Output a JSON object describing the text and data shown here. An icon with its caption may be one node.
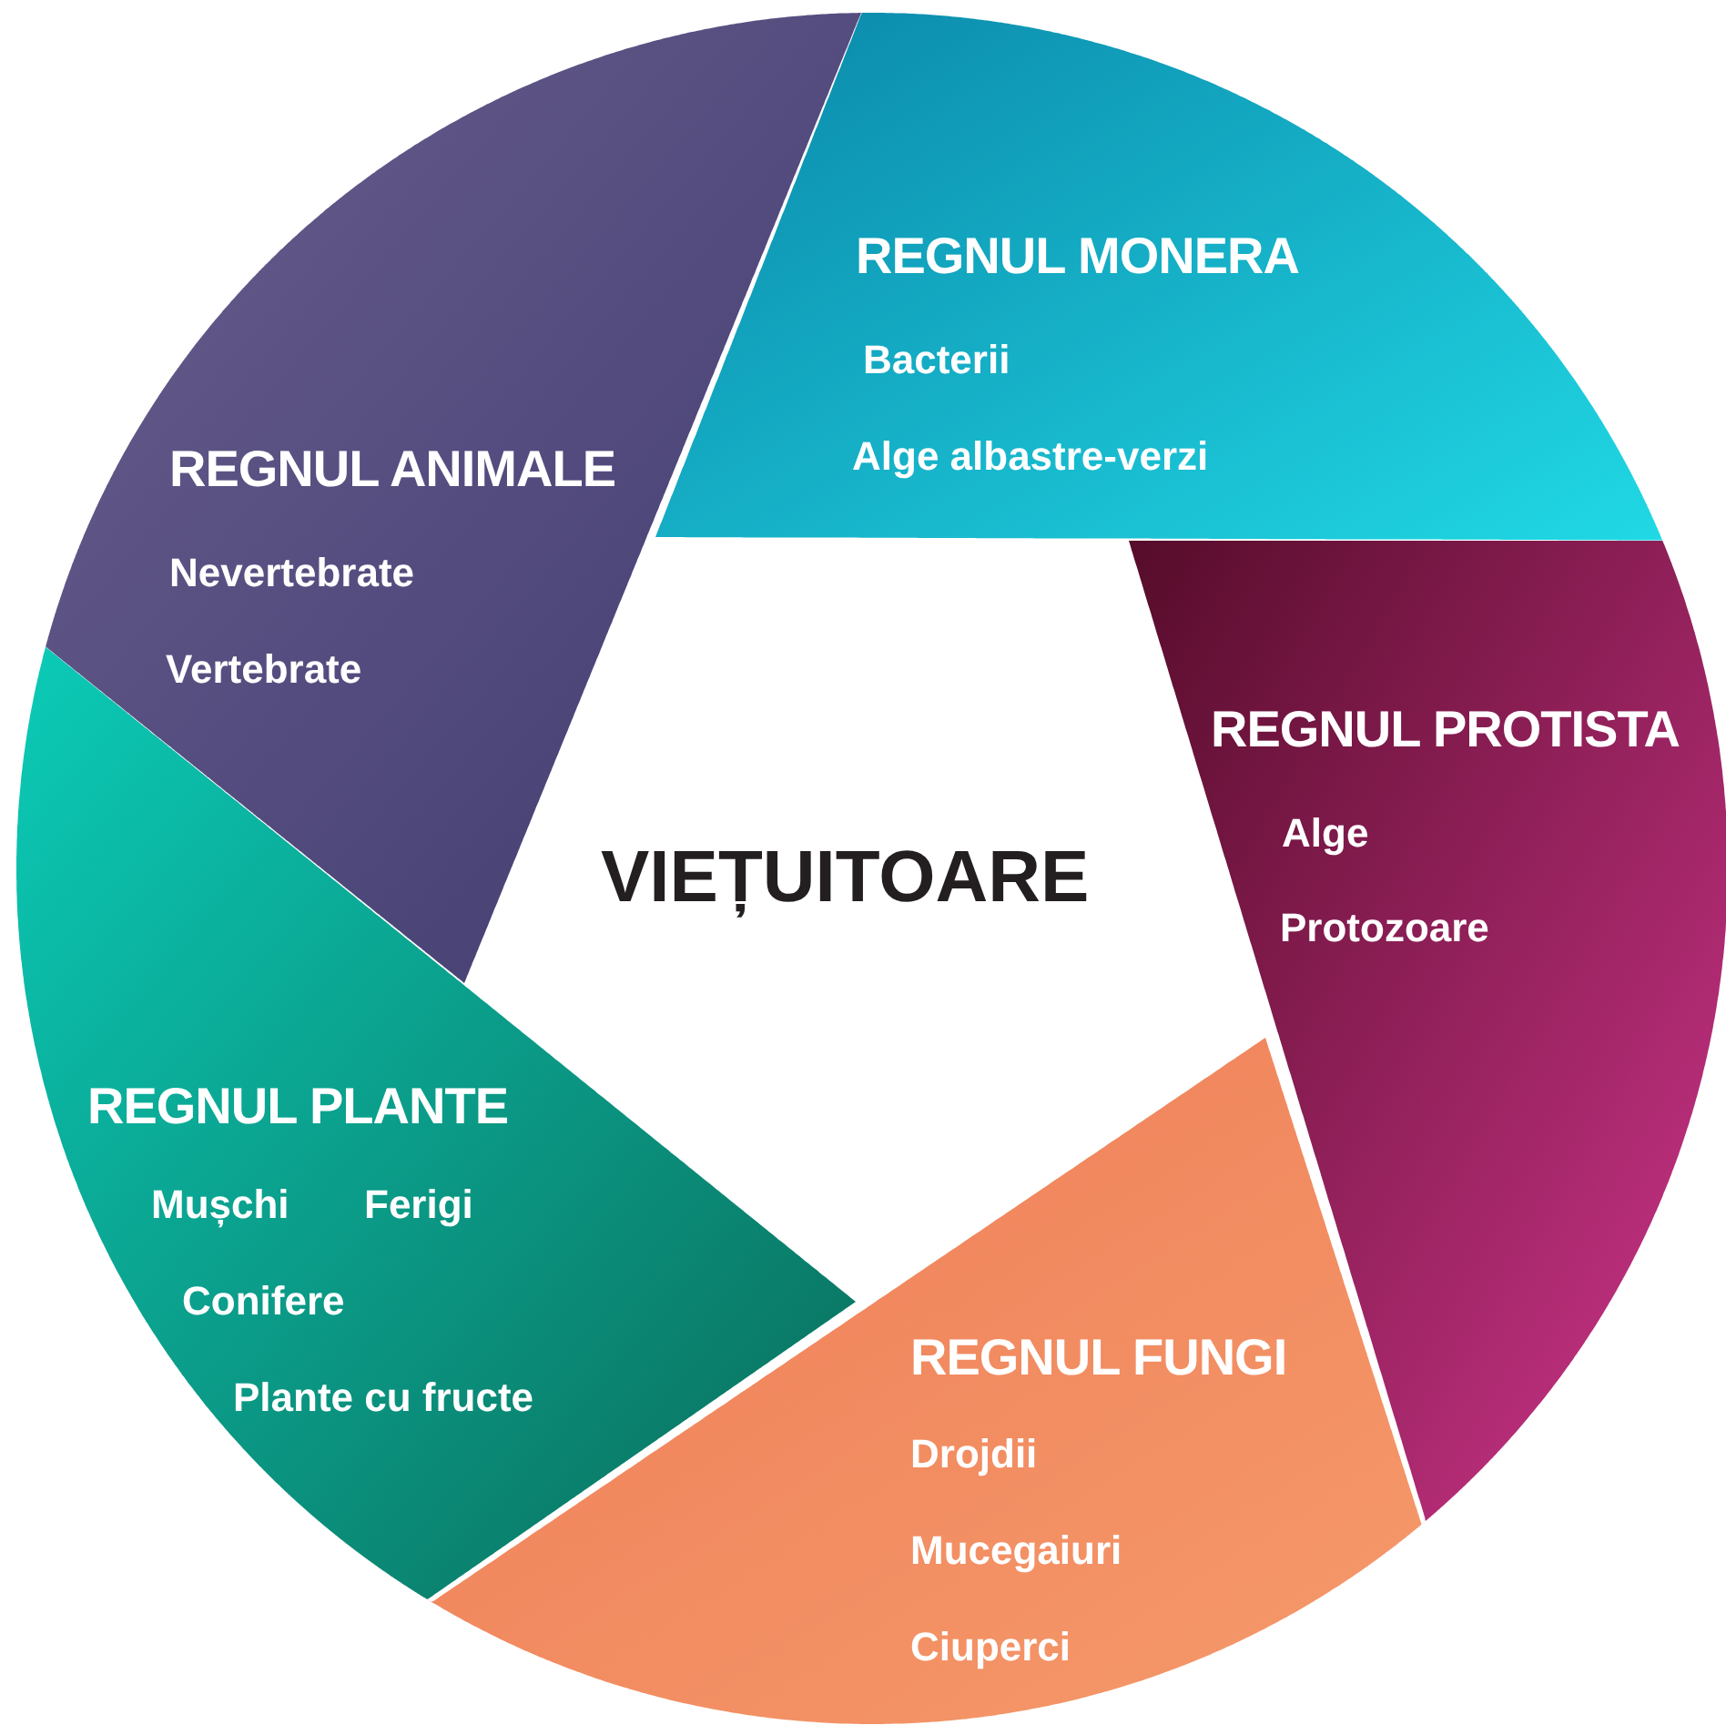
{
  "diagram": {
    "nodes": [
      {
        "text": [
          "VIEȚUITOARE"
        ]
      },
      {
        "text": [
          "REGNUL MONERA",
          "Bacterii",
          "Alge albastre-verzi"
        ]
      },
      {
        "text": [
          "REGNUL PROTISTA",
          "Alge",
          "Protozoare"
        ]
      },
      {
        "text": [
          "REGNUL FUNGI",
          "Drojdii",
          "Mucegaiuri",
          "Ciuperci"
        ]
      },
      {
        "text": [
          "REGNUL PLANTE",
          "Mușchi",
          "Ferigi",
          "Conifere",
          "Plante cu fructe"
        ]
      },
      {
        "text": [
          "REGNUL ANIMALE",
          "Nevertebrate",
          "Vertebrate"
        ]
      }
    ]
  }
}
